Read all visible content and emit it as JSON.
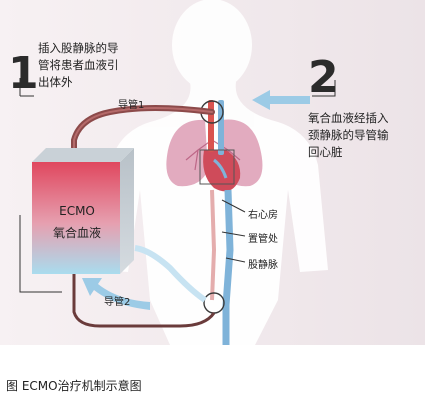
{
  "step1": {
    "number": "1",
    "line1": "插入股静脉的导",
    "line2": "管将患者血液引",
    "line3": "出体外"
  },
  "step2": {
    "number": "2",
    "line1": "氧合血液经插入",
    "line2": "颈静脉的导管输",
    "line3": "回心脏"
  },
  "labels": {
    "catheter1": "导管1",
    "catheter2": "导管2",
    "ecmo_name": "ECMO",
    "ecmo_desc": "氧合血液",
    "right_atrium": "右心房",
    "placement": "置管处",
    "femoral_vein": "股静脉"
  },
  "caption": "图 ECMO治疗机制示意图",
  "colors": {
    "body_silhouette": "#e7dfe3",
    "background_tint": "#efe7ea",
    "deoxygenated_tube": "#8c4a4a",
    "oxygenated_flow": "#aed3ea",
    "arrow_blue": "#9ccbe6",
    "lung_pink": "#dd9cb4",
    "artery_red": "#d9534f",
    "vein_blue": "#7fb3d9",
    "ecmo_box_top": "#e0475e",
    "ecmo_box_bottom": "#a9dcee"
  }
}
